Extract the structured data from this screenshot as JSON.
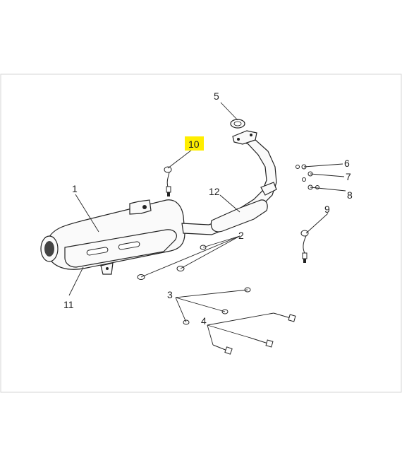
{
  "callouts": {
    "c1": "1",
    "c2": "2",
    "c3": "3",
    "c4": "4",
    "c5": "5",
    "c6": "6",
    "c7": "7",
    "c8": "8",
    "c9": "9",
    "c10": "10",
    "c11": "11",
    "c12": "12"
  },
  "colors": {
    "highlight": "#ffee00",
    "line": "#222222",
    "border": "#d6d6d6"
  }
}
